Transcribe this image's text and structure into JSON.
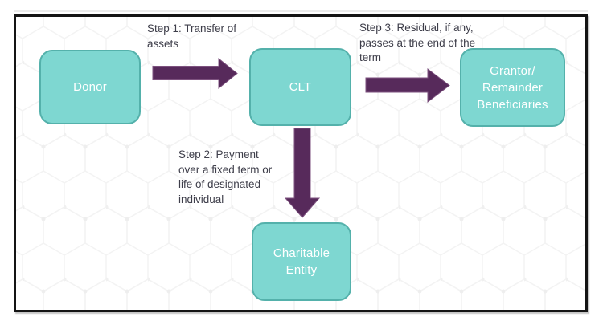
{
  "diagram": {
    "nodes": {
      "donor": {
        "label": "Donor"
      },
      "clt": {
        "label": "CLT"
      },
      "grantor": {
        "label": "Grantor/\nRemainder\nBeneficiaries"
      },
      "charitable": {
        "label": "Charitable\nEntity"
      }
    },
    "steps": {
      "step1": {
        "label": "Step 1: Transfer of\nassets"
      },
      "step2": {
        "label": "Step 2: Payment\nover a fixed term or\nlife of designated\nindividual"
      },
      "step3": {
        "label": "Step 3: Residual, if any,\npasses at the end of the\nterm"
      }
    },
    "colors": {
      "node_fill": "#7ed7d1",
      "node_border": "#54b1ab",
      "node_text": "#ffffff",
      "arrow_fill": "#572a5b",
      "arrow_edge": "#7d527f",
      "step_text": "#3e3e4a",
      "frame_border": "#141414",
      "hex_pattern": "#f3f3f3"
    }
  }
}
